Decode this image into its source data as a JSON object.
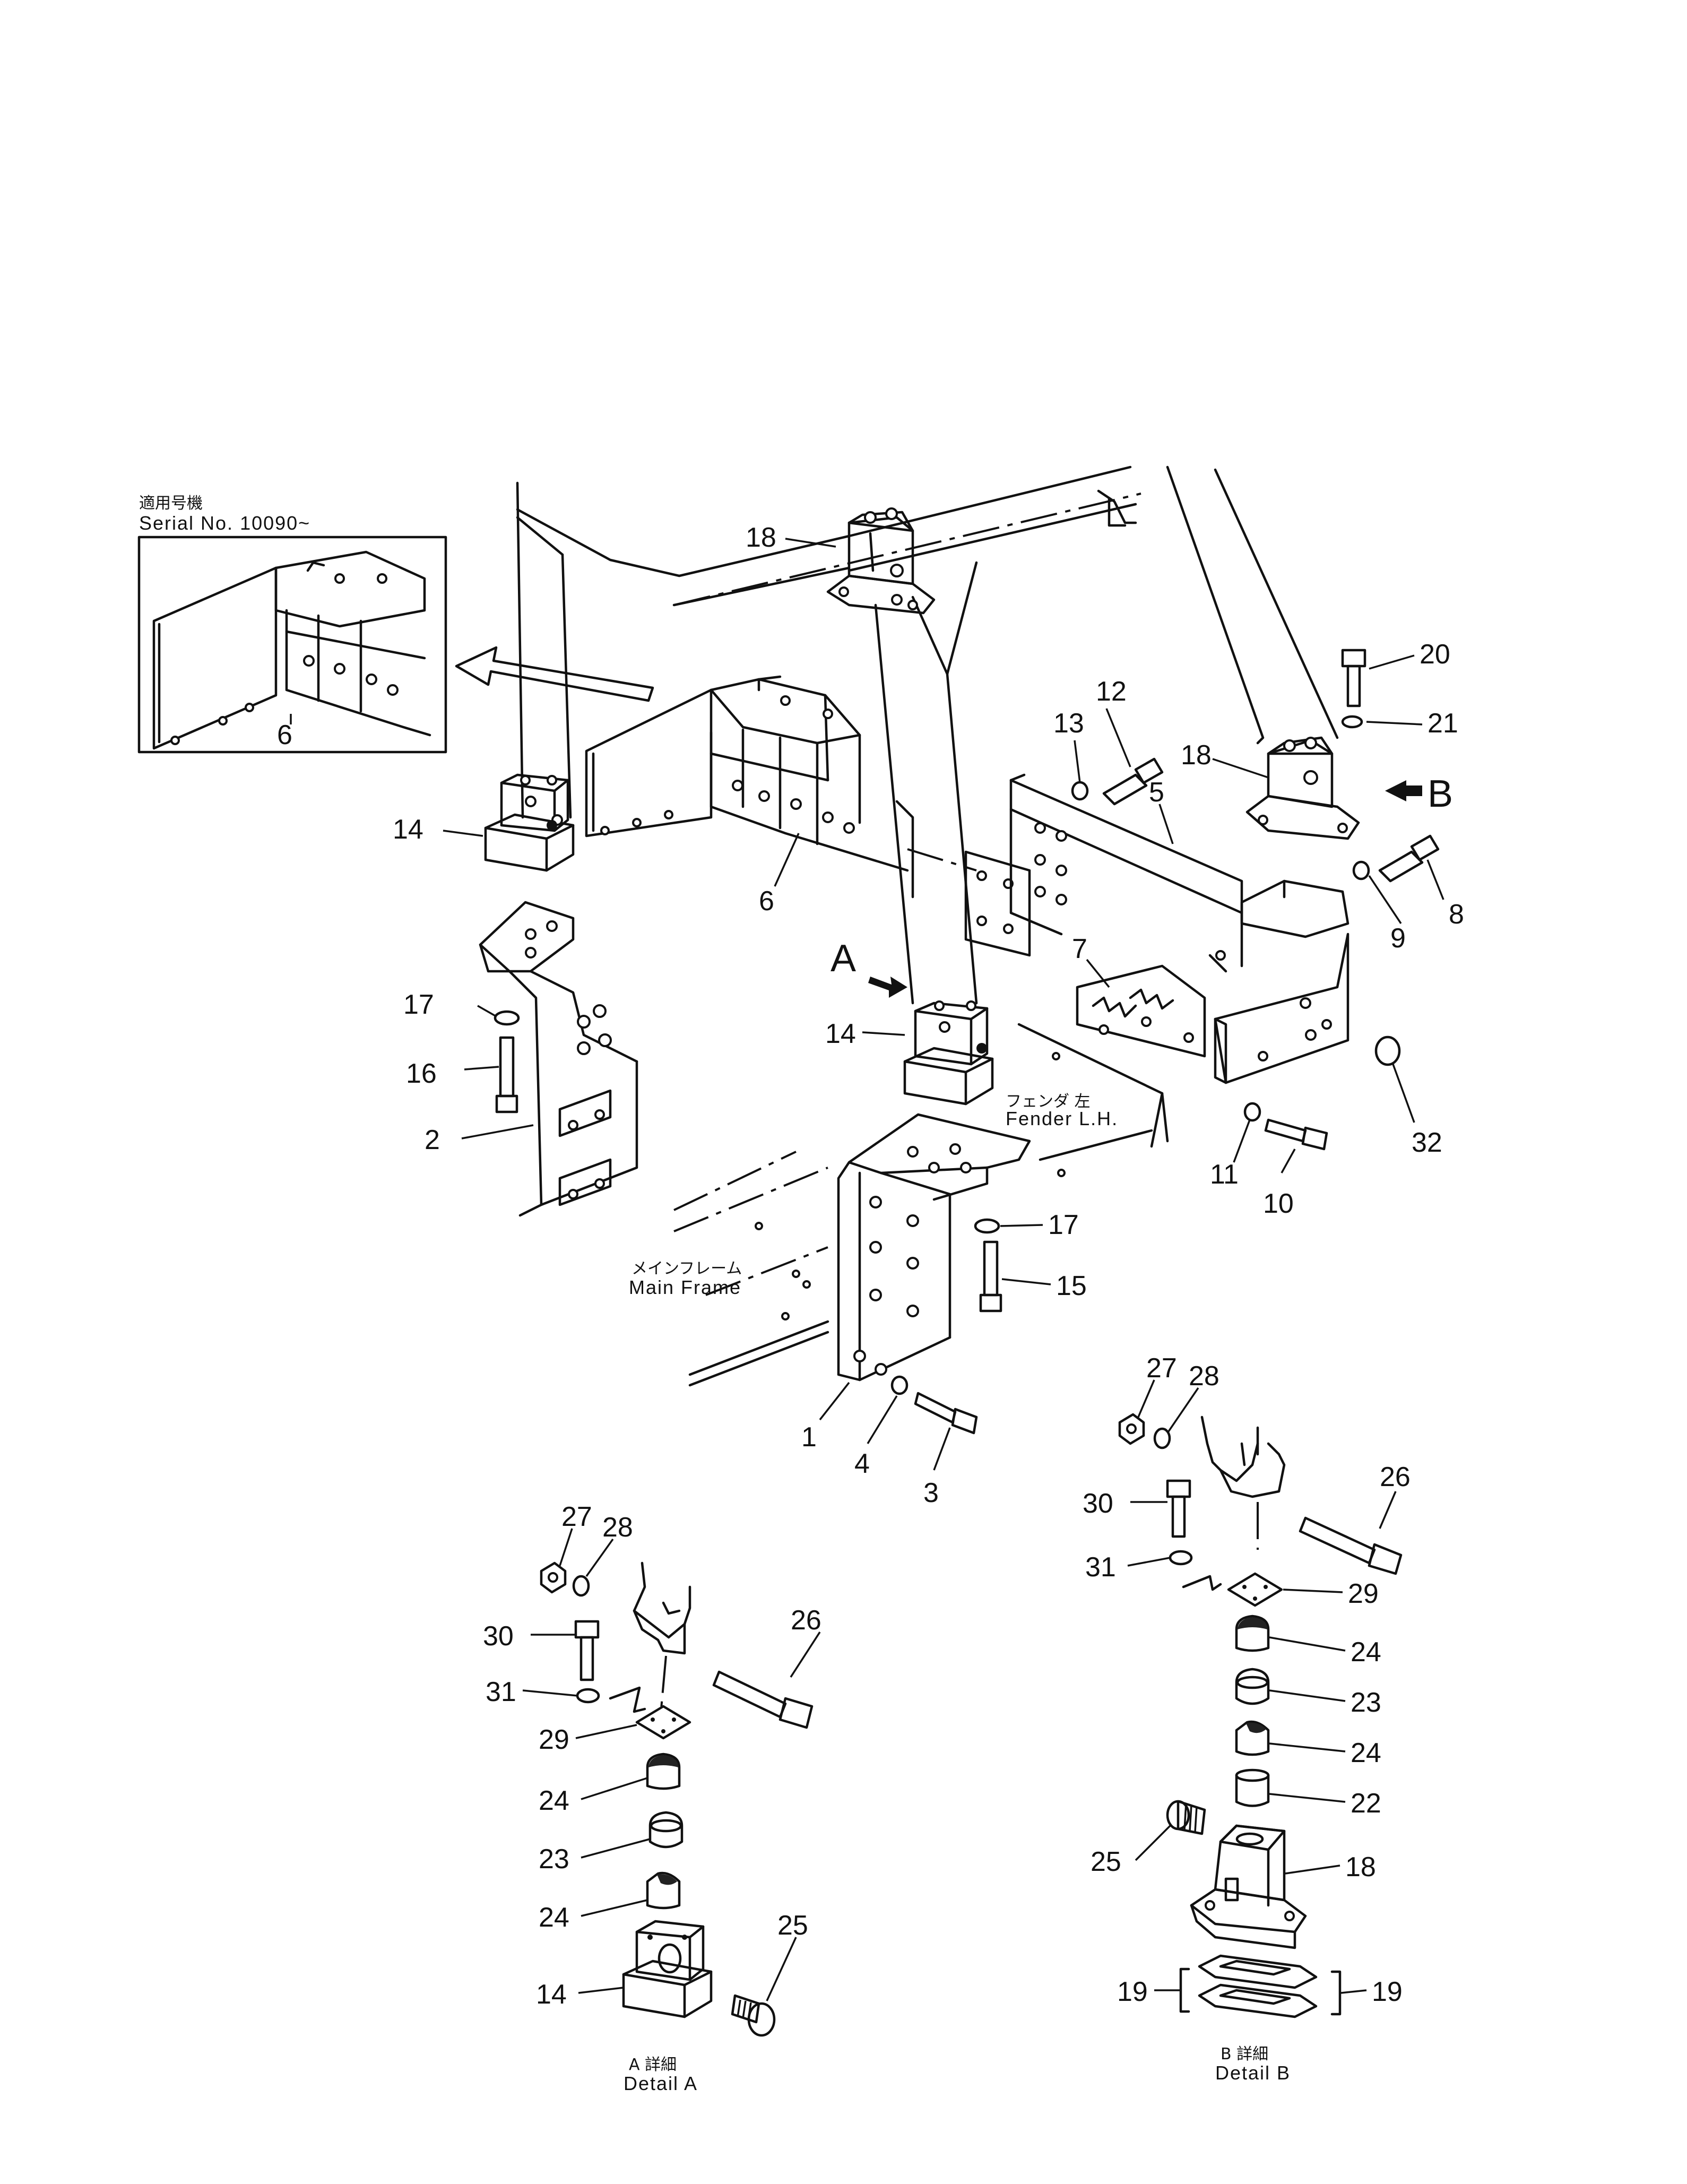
{
  "inset": {
    "serial_jp": "適用号機",
    "serial_label": "Serial No. 10090~",
    "callout": "6"
  },
  "view_markers": {
    "a": "A",
    "b": "B"
  },
  "labels": {
    "fender_jp": "フェンダ 左",
    "fender_en": "Fender L.H.",
    "main_frame_jp": "メインフレーム",
    "main_frame_en": "Main Frame"
  },
  "callouts_main": [
    "18",
    "20",
    "21",
    "12",
    "13",
    "18",
    "5",
    "8",
    "9",
    "14",
    "6",
    "7",
    "17",
    "16",
    "2",
    "14",
    "32",
    "11",
    "10",
    "17",
    "15",
    "1",
    "4",
    "3"
  ],
  "detail_a": {
    "title_jp": "A 詳細",
    "title_en": "Detail A",
    "callouts": [
      "27",
      "28",
      "26",
      "30",
      "31",
      "29",
      "24",
      "23",
      "24",
      "25",
      "14"
    ]
  },
  "detail_b": {
    "title_jp": "B 詳細",
    "title_en": "Detail B",
    "callouts": [
      "27",
      "28",
      "26",
      "30",
      "31",
      "29",
      "24",
      "23",
      "24",
      "22",
      "25",
      "18",
      "19",
      "19"
    ]
  }
}
